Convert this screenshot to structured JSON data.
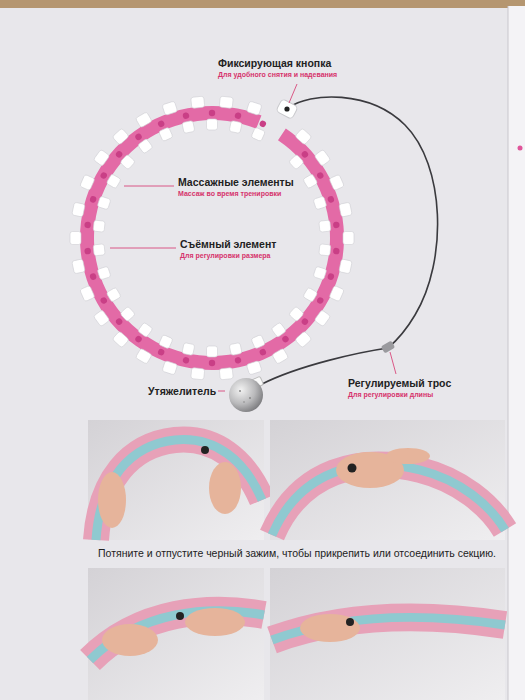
{
  "diagram": {
    "labels": [
      "Фиксирующая кнопка",
      "Для удобного снятия и надевания",
      "Массажные элементы",
      "Массаж во время тренировки",
      "Съёмный элемент",
      "Для регулировки размера",
      "Утяжелитель",
      "Регулируемый трос",
      "Для регулировки длины",
      "Потяните и отпустите черный зажим, чтобы прикрепить или отсоединить секцию."
    ]
  }
}
